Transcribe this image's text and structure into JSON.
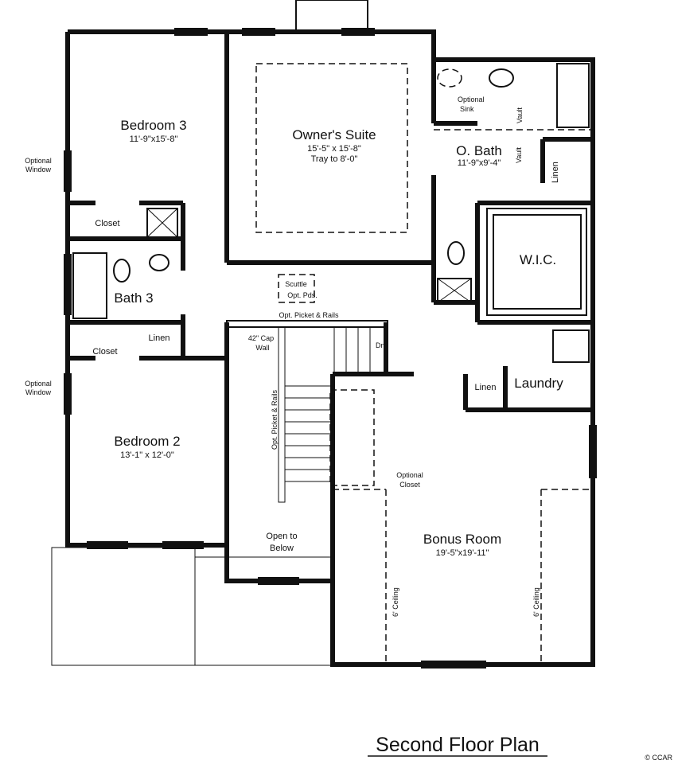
{
  "rooms": {
    "bedroom3": {
      "name": "Bedroom 3",
      "size": "11'-9\"x15'-8\""
    },
    "owners_suite": {
      "name": "Owner's Suite",
      "size": "15'-5\" x 15'-8\"",
      "note": "Tray to 8'-0\""
    },
    "o_bath": {
      "name": "O. Bath",
      "size": "11'-9\"x9'-4\""
    },
    "wic": {
      "name": "W.I.C."
    },
    "bath3": {
      "name": "Bath 3"
    },
    "bedroom2": {
      "name": "Bedroom 2",
      "size": "13'-1\" x 12'-0\""
    },
    "laundry": {
      "name": "Laundry"
    },
    "bonus_room": {
      "name": "Bonus Room",
      "size": "19'-5\"x19'-11\""
    },
    "open_below": {
      "line1": "Open to",
      "line2": "Below"
    }
  },
  "labels": {
    "closet": "Closet",
    "linen": "Linen",
    "optional": "Optional",
    "window": "Window",
    "optional_sink_1": "Optional",
    "optional_sink_2": "Sink",
    "vault": "Vault",
    "scuttle": "Scuttle",
    "opt_pds": "Opt. Pds.",
    "picket_rails": "Opt. Picket & Rails",
    "cap_wall_1": "42\" Cap",
    "cap_wall_2": "Wall",
    "dn": "Dn",
    "optional_closet_1": "Optional",
    "optional_closet_2": "Closet",
    "ceiling": "6' Ceiling"
  },
  "title": "Second Floor Plan",
  "watermark": "© CCAR"
}
